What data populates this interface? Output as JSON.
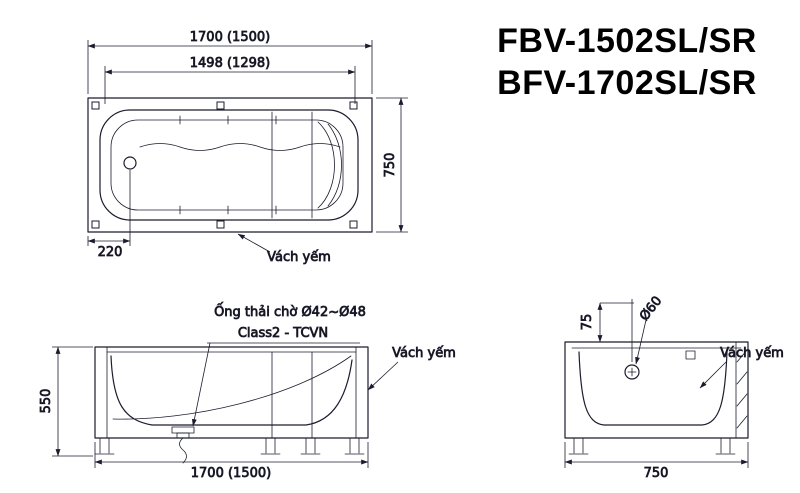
{
  "title": {
    "model_1": "FBV-1502SL/SR",
    "model_2": "BFV-1702SL/SR"
  },
  "plan_view": {
    "dim_outer_length": "1700 (1500)",
    "dim_inner_length": "1498 (1298)",
    "dim_width": "750",
    "dim_drain_offset": "220",
    "label_apron": "Vách yếm"
  },
  "side_view": {
    "dim_height": "550",
    "dim_length": "1700 (1500)",
    "label_drain_pipe": "Ống thải chờ Ø42~Ø48",
    "label_standard": "Class2 - TCVN",
    "label_apron": "Vách yếm"
  },
  "end_view": {
    "dim_overflow_offset": "75",
    "label_overflow_dia": "Ø60",
    "dim_width": "750",
    "label_apron": "Vách yếm"
  },
  "colors": {
    "line": "#1c1c2e",
    "text": "#111111",
    "title": "#000000"
  }
}
